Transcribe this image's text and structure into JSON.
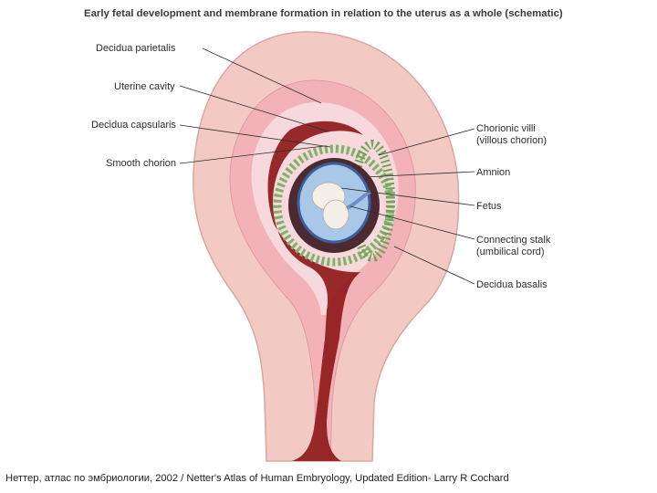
{
  "title": "Early fetal development and membrane formation in relation to the uterus as a whole (schematic)",
  "labels": {
    "decidua_parietalis": "Decidua parietalis",
    "uterine_cavity": "Uterine cavity",
    "decidua_capsularis": "Decidua capsularis",
    "smooth_chorion": "Smooth chorion",
    "chorionic_villi_1": "Chorionic villi",
    "chorionic_villi_2": "(villous chorion)",
    "amnion": "Amnion",
    "fetus": "Fetus",
    "connecting_stalk_1": "Connecting stalk",
    "connecting_stalk_2": "(umbilical cord)",
    "decidua_basalis": "Decidua basalis"
  },
  "caption": "Неттер, атлас по эмбриологии, 2002 / Netter's Atlas of Human Embryology, Updated Edition- Larry R Cochard",
  "colors": {
    "uterine_wall": "#f3c9c4",
    "uterine_outline": "#d9a7a0",
    "decidua": "#f2b2b8",
    "uterine_cavity": "#f7d8dc",
    "blood": "#8e1a1a",
    "villi": "#7fb36a",
    "amnion_fluid": "#a9c7e6",
    "fetus": "#f4efe9"
  }
}
